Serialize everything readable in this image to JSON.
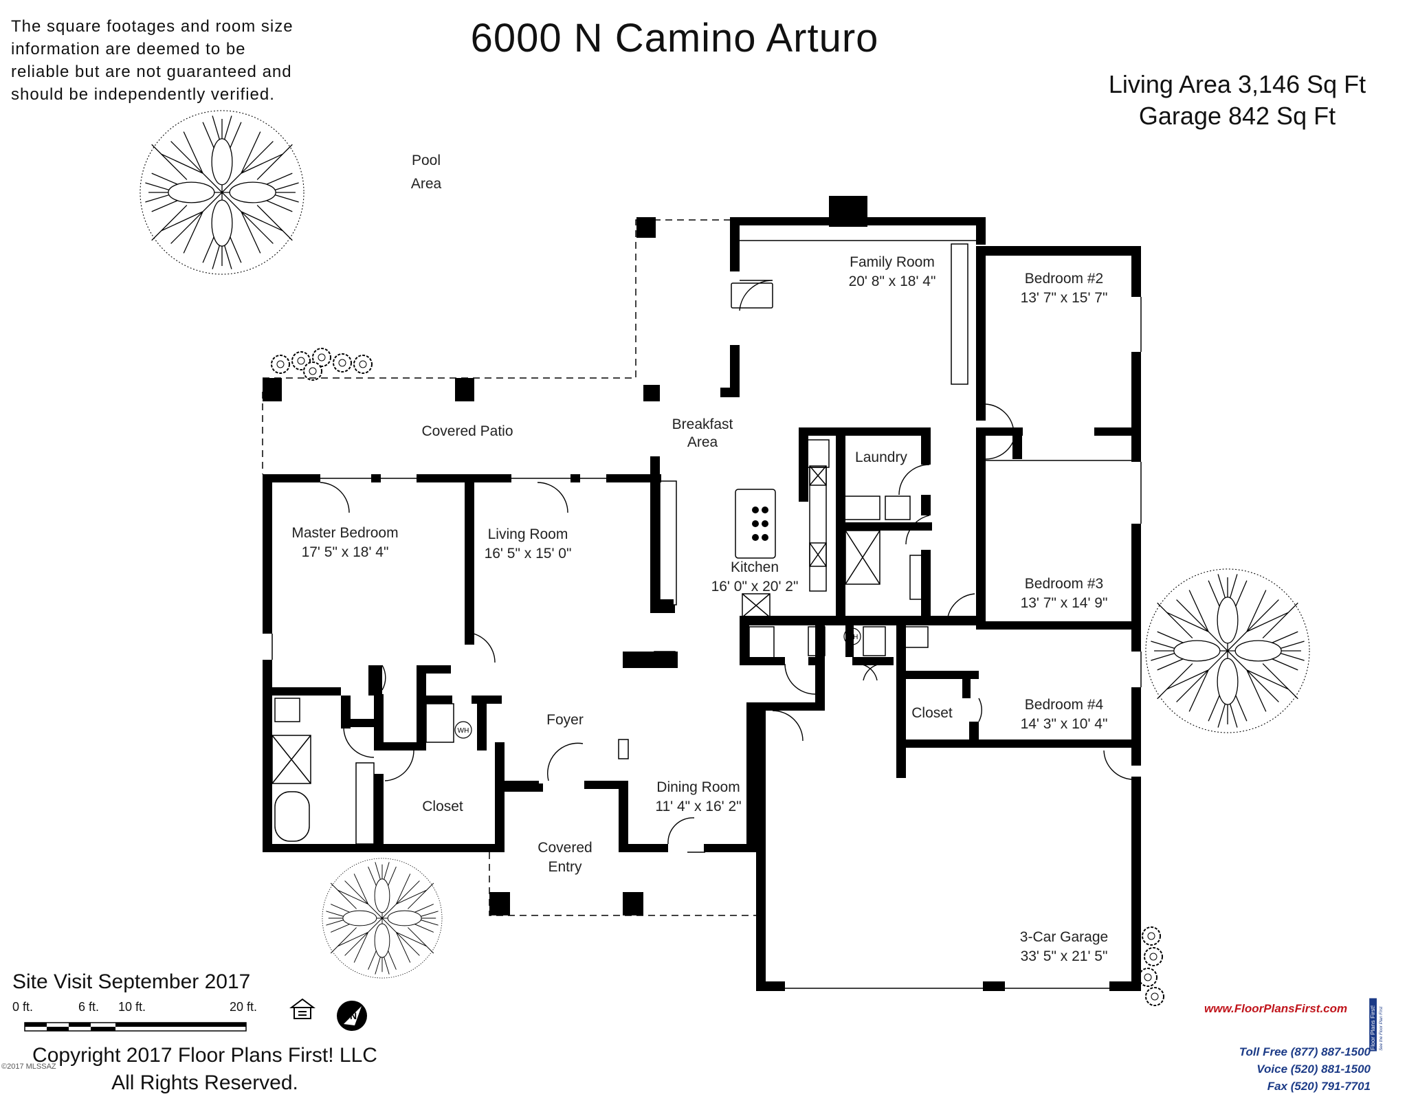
{
  "disclaimer": {
    "line1": "The square footages and room size",
    "line2": "information are deemed to be",
    "line3": "reliable but are not guaranteed and",
    "line4": "should be independently verified."
  },
  "title": "6000 N Camino Arturo",
  "area": {
    "living": "Living Area 3,146 Sq Ft",
    "garage": "Garage 842 Sq Ft"
  },
  "rooms": {
    "pool_l1": "Pool",
    "pool_l2": "Area",
    "family_name": "Family Room",
    "family_size": "20' 8\" x 18' 4\"",
    "bed2_name": "Bedroom #2",
    "bed2_size": "13' 7\" x 15' 7\"",
    "covered_patio": "Covered Patio",
    "breakfast_l1": "Breakfast",
    "breakfast_l2": "Area",
    "laundry": "Laundry",
    "master_name": "Master Bedroom",
    "master_size": "17' 5\" x 18' 4\"",
    "living_name": "Living Room",
    "living_size": "16' 5\" x 15' 0\"",
    "kitchen_name": "Kitchen",
    "kitchen_size": "16' 0\" x 20' 2\"",
    "bed3_name": "Bedroom #3",
    "bed3_size": "13' 7\" x 14' 9\"",
    "foyer": "Foyer",
    "closet_master": "Closet",
    "closet_bed4": "Closet",
    "bed4_name": "Bedroom #4",
    "bed4_size": "14' 3\" x 10' 4\"",
    "dining_name": "Dining Room",
    "dining_size": "11' 4\" x 16' 2\"",
    "entry_l1": "Covered",
    "entry_l2": "Entry",
    "garage_name": "3-Car Garage",
    "garage_size": "33' 5\" x 21' 5\"",
    "wh1": "WH",
    "wh2": "WH"
  },
  "site_visit": "Site Visit September 2017",
  "scale": {
    "s0": "0 ft.",
    "s6": "6 ft.",
    "s10": "10 ft.",
    "s20": "20 ft."
  },
  "copyright": {
    "line1": "Copyright 2017 Floor Plans First! LLC",
    "line2": "All Rights Reserved."
  },
  "watermark": "©2017 MLSSAZ",
  "brand": {
    "url": "www.FloorPlansFirst.com",
    "toll_free": "Toll Free (877) 887-1500",
    "voice": "Voice (520) 881-1500",
    "fax": "Fax (520) 791-7701",
    "name": "Floor Plans First!",
    "tagline": "See the Floor Plan First"
  },
  "colors": {
    "wall": "#000000",
    "brand_red": "#c0141b",
    "brand_blue": "#1c3b87"
  }
}
